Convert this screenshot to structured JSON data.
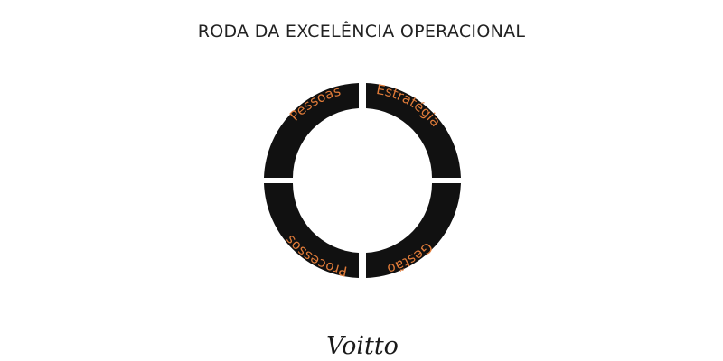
{
  "title": "RODA DA EXCELÊNCIA OPERACIONAL",
  "wheel": {
    "segment_color": "#111111",
    "label_color": "#e07b39",
    "segments": [
      {
        "id": "pessoas",
        "label": "Pessoas"
      },
      {
        "id": "estrategia",
        "label": "Estratégia"
      },
      {
        "id": "processos",
        "label": "Processos"
      },
      {
        "id": "gestao",
        "label": "Gestão"
      }
    ]
  },
  "logo": {
    "text": "Voitto"
  }
}
